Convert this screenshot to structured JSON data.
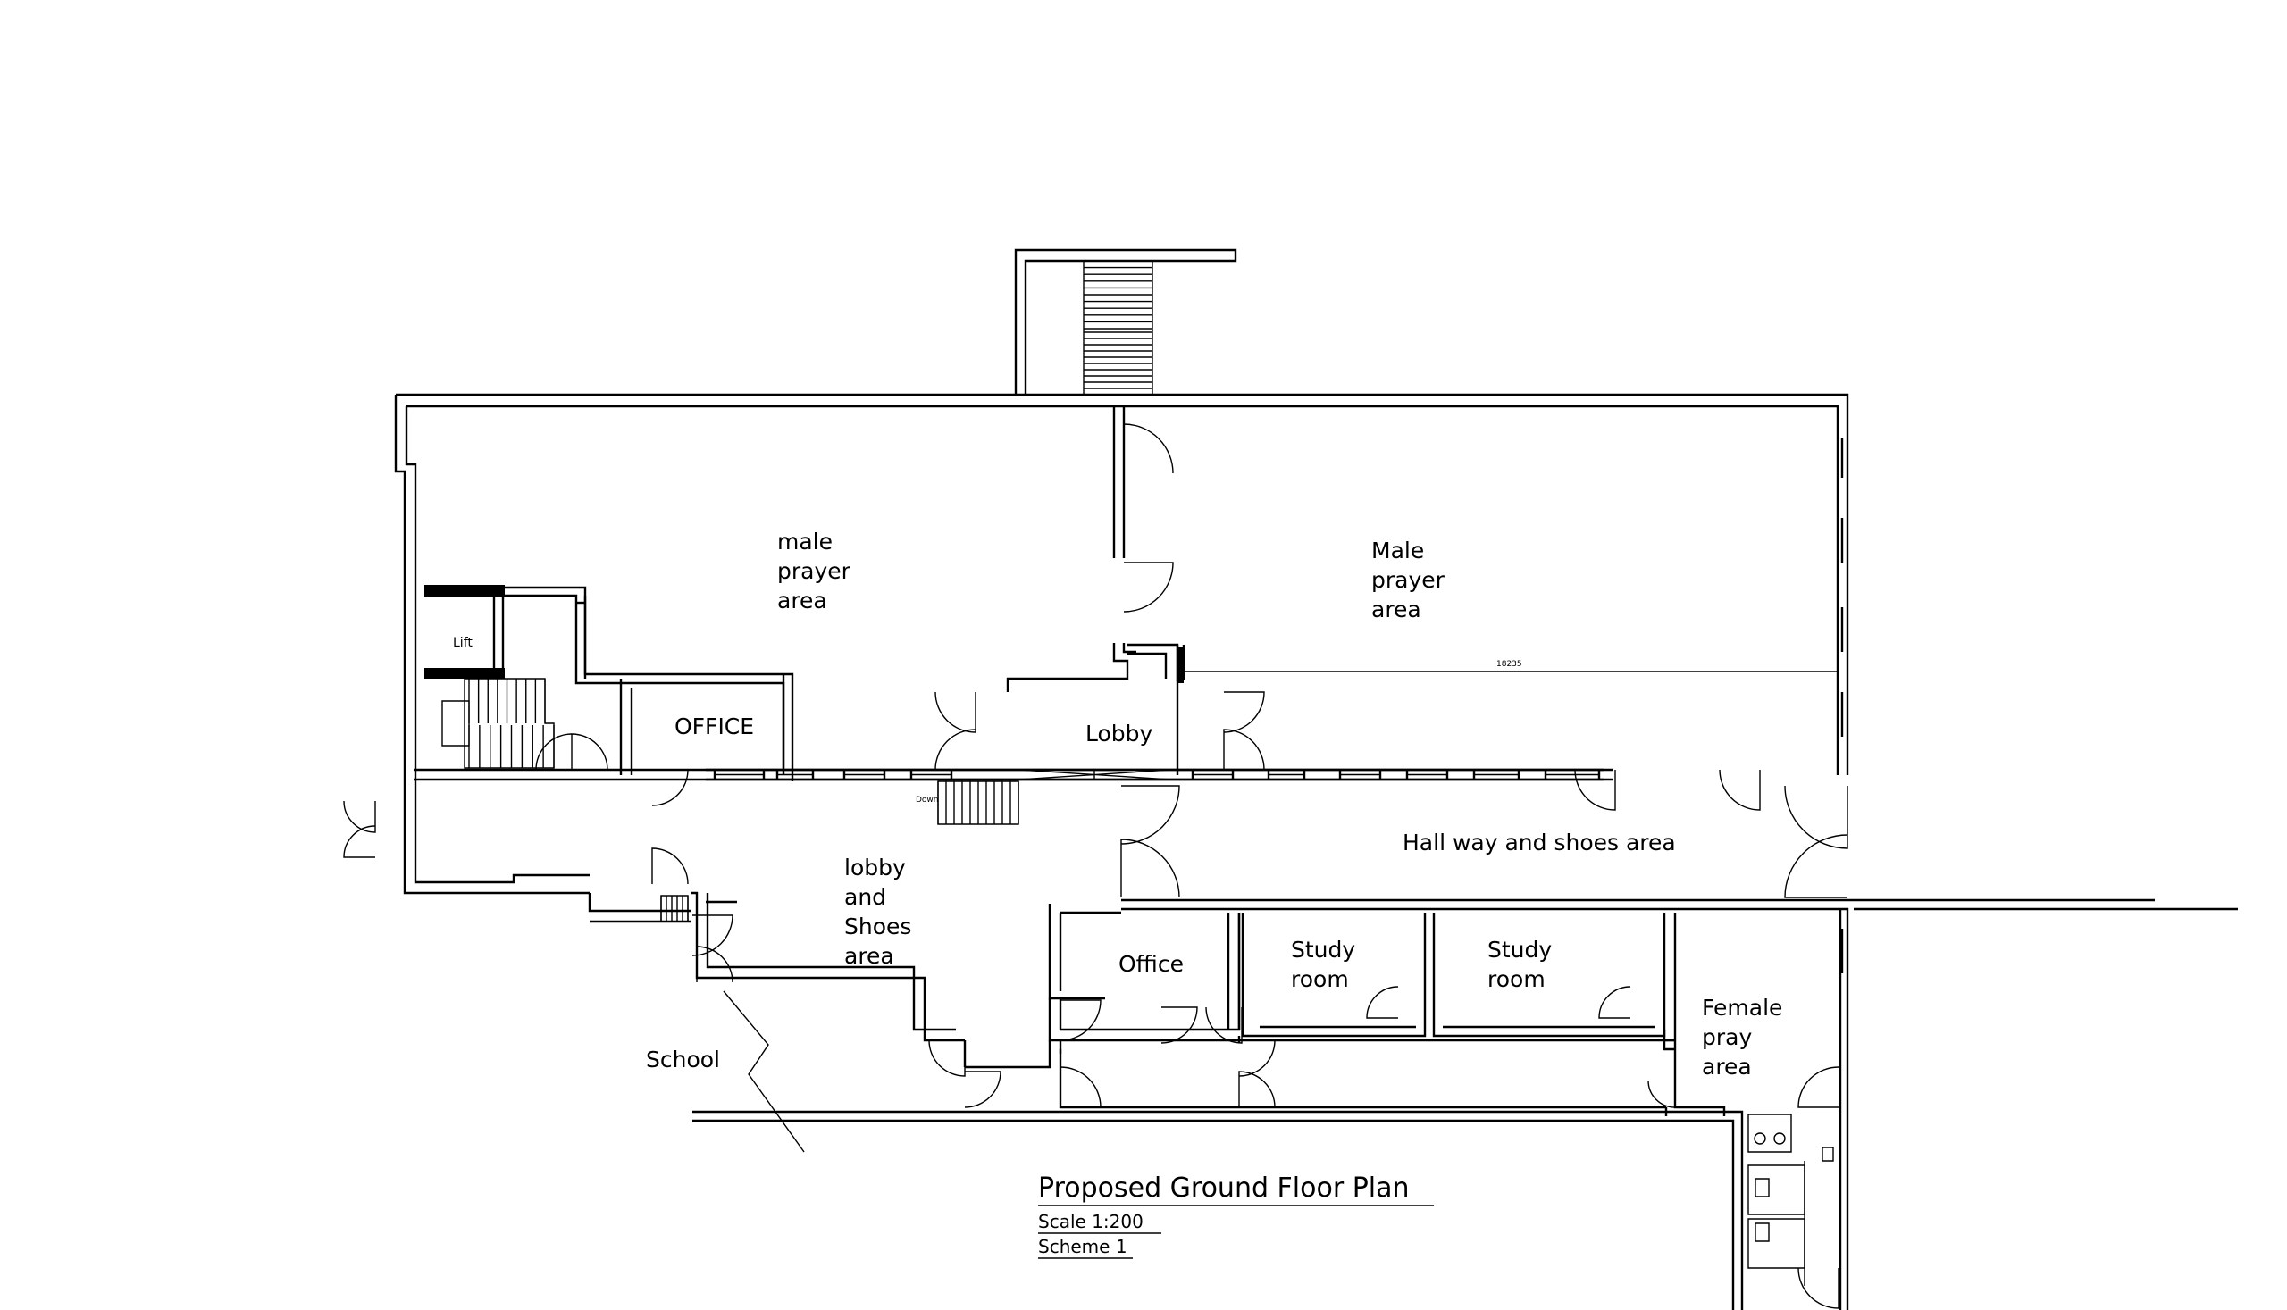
{
  "rooms": {
    "male_prayer_1": [
      "male",
      "prayer",
      "area"
    ],
    "male_prayer_2": [
      "Male",
      "prayer",
      "area"
    ],
    "lift": "Lift",
    "office_top": "OFFICE",
    "lobby": "Lobby",
    "hallway": "Hall way and shoes area",
    "lobby_shoes": [
      "lobby",
      "and",
      "Shoes",
      "area"
    ],
    "office": "Office",
    "study_1": [
      "Study",
      "room"
    ],
    "study_2": [
      "Study",
      "room"
    ],
    "female": [
      "Female",
      "pray",
      "area"
    ],
    "school": "School"
  },
  "annotations": {
    "dimension": "18235",
    "stair_down": "Down"
  },
  "title_block": {
    "title": "Proposed Ground Floor Plan",
    "scale": "Scale 1:200",
    "scheme": "Scheme 1"
  }
}
